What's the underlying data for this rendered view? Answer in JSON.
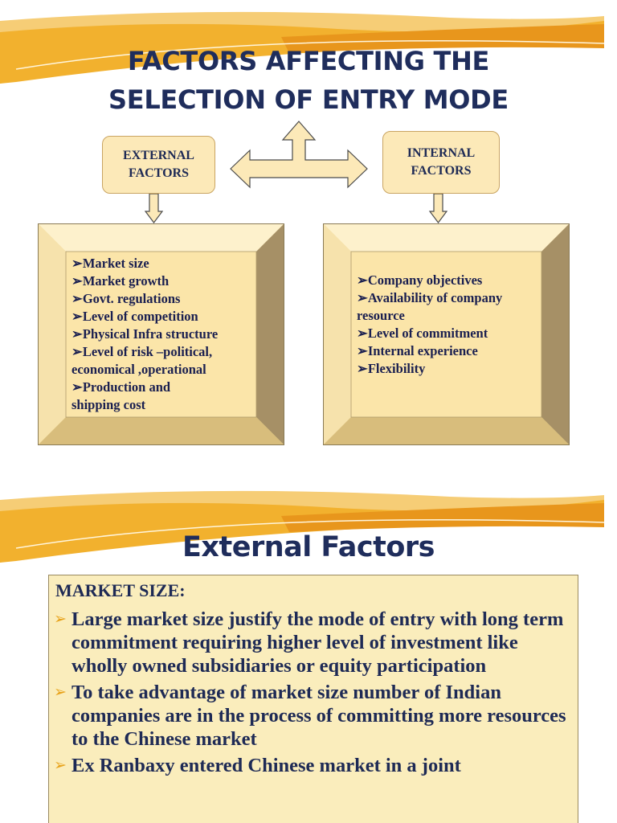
{
  "slide1": {
    "title_line1": "FACTORS AFFECTING THE",
    "title_line2": "SELECTION OF ENTRY MODE",
    "external_label_line1": "EXTERNAL",
    "external_label_line2": "FACTORS",
    "internal_label_line1": "INTERNAL",
    "internal_label_line2": "FACTORS",
    "external_list": [
      "➢Market size",
      "➢Market growth",
      "➢Govt. regulations",
      "➢Level of competition",
      "➢Physical Infra structure",
      "➢Level of risk –political,",
      "economical ,operational",
      "➢Production and",
      "shipping cost"
    ],
    "internal_list": [
      "➢Company objectives",
      "➢Availability of company",
      "resource",
      "➢Level of commitment",
      "➢Internal experience",
      "➢Flexibility"
    ]
  },
  "slide2": {
    "title": "External Factors",
    "heading": "MARKET SIZE:",
    "bullet_marker": "➢",
    "bullets": [
      "Large market size justify the mode of entry with long term commitment requiring higher level of investment like wholly owned subsidiaries or equity participation",
      "To take advantage of market size number of Indian companies are in the process of committing more resources to the Chinese market",
      "Ex Ranbaxy entered Chinese market in a joint"
    ]
  },
  "colors": {
    "title": "#1f2d5c",
    "box_fill": "#fce9b8",
    "bullet_marker": "#e8a31b",
    "swoosh_gold": "#f2b12e"
  }
}
